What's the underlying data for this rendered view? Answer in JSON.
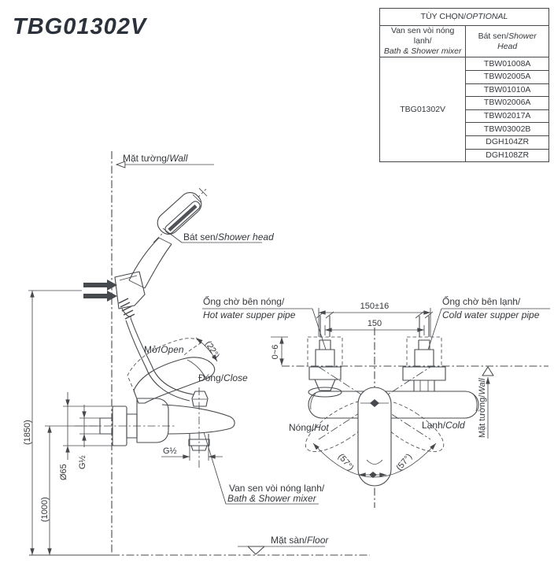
{
  "title": "TBG01302V",
  "colors": {
    "line": "#46494d",
    "text": "#34373b",
    "title": "#2c323b"
  },
  "table": {
    "header": {
      "vi": "TÙY CHỌN/",
      "en": "OPTIONAL"
    },
    "col_mixer": {
      "vi": "Van sen vòi nóng lạnh/",
      "en": "Bath & Shower mixer"
    },
    "col_head": {
      "vi": "Bát sen/",
      "en": "Shower Head"
    },
    "mixer_model": "TBG01302V",
    "shower_heads": [
      "TBW01008A",
      "TBW02005A",
      "TBW01010A",
      "TBW02006A",
      "TBW02017A",
      "TBW03002B",
      "DGH104ZR",
      "DGH108ZR"
    ]
  },
  "labels": {
    "wall_top": {
      "vi": "Mặt tường/",
      "en": "Wall"
    },
    "shower_head": {
      "vi": "Bát sen/",
      "en": "Shower head"
    },
    "hot_pipe": {
      "vi": "Ống chờ bên nóng/",
      "en": "Hot water supper pipe"
    },
    "cold_pipe": {
      "vi": "Ống chờ bên lạnh/",
      "en": "Cold water supper pipe"
    },
    "open": {
      "vi": "Mở/",
      "en": "Open"
    },
    "close": {
      "vi": "Đóng/",
      "en": "Close"
    },
    "hot": {
      "vi": "Nóng/",
      "en": "Hot"
    },
    "cold": {
      "vi": "Lạnh/",
      "en": "Cold"
    },
    "mixer": {
      "vi": "Van sen vòi nóng lạnh/",
      "en": "Bath & Shower mixer"
    },
    "floor": {
      "vi": "Mặt sàn/",
      "en": "Floor"
    },
    "wall_right": {
      "vi": "Mặt tường/",
      "en": "Wall"
    }
  },
  "dimensions": {
    "span_tolerance": "150±16",
    "span": "150",
    "wall_gap": "0~6",
    "shower_height": "(1850)",
    "mixer_height": "(1000)",
    "flange_diameter": "Ø65",
    "thread_size_side": "G½",
    "thread_size_spout": "G½",
    "open_angle": "(22°)",
    "swing_angle_left": "(57°)",
    "swing_angle_right": "(57°)"
  }
}
